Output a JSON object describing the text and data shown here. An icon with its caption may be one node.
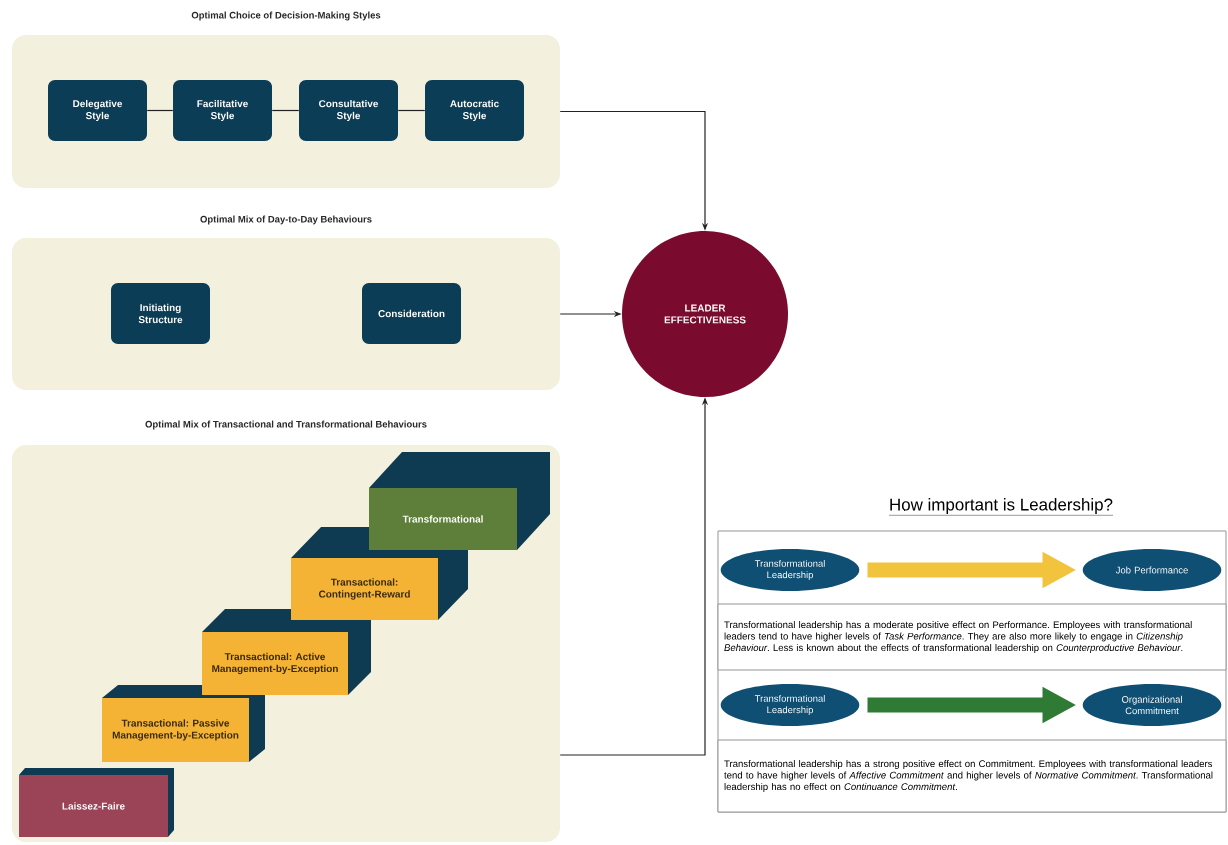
{
  "diagram": {
    "nodes": [
      {
        "text": [
          "Optimal Choice of Decision-Making Styles"
        ]
      },
      {
        "text": [
          "Delegative Style"
        ],
        "in": 0
      },
      {
        "text": [
          "Facilitative Style"
        ],
        "in": 0
      },
      {
        "text": [
          "Consultative Style"
        ],
        "in": 0
      },
      {
        "text": [
          "Autocratic Style"
        ],
        "in": 0
      },
      {
        "text": [
          "Optimal Mix of Day-to-Day Behaviours"
        ]
      },
      {
        "text": [
          "Initiating Structure"
        ],
        "in": 5
      },
      {
        "text": [
          "Consideration"
        ],
        "in": 5
      },
      {
        "text": [
          "Optimal Mix of Transactional and Transformational Behaviours"
        ]
      },
      {
        "text": [
          "Transformational"
        ],
        "in": 8
      },
      {
        "text": [
          "Transactional: Contingent-Reward"
        ],
        "in": 8
      },
      {
        "text": [
          "Transactional: Active Management-by-Exception"
        ],
        "in": 8
      },
      {
        "text": [
          "Transactional: Passive Management-by-Exception"
        ],
        "in": 8
      },
      {
        "text": [
          "Laissez-Faire"
        ],
        "in": 8
      },
      {
        "text": [
          "LEADER EFFECTIVENESS"
        ]
      },
      {
        "text": [
          "How important is Leadership?"
        ]
      },
      {
        "text": [
          "Transformational Leadership"
        ],
        "in": 15
      },
      {
        "text": [
          "Job Performance"
        ],
        "in": 15
      },
      {
        "text": [
          "Transformational leadership has a moderate positive effect on Performance. Employees with transformational leaders tend to have higher levels of *Task Performance*. They are also more likely to engage in *Citizenship Behaviour*. Less is known about the effects of transformational leadership on *Counterproductive Behaviour*."
        ],
        "in": 15
      },
      {
        "text": [
          "Transformational Leadership"
        ],
        "in": 15
      },
      {
        "text": [
          "Organizational Commitment"
        ],
        "in": 15
      },
      {
        "text": [
          "Transformational leadership has a strong positive effect on Commitment. Employees with transformational leaders tend to have higher levels of *Affective Commitment* and higher levels of *Normative Commitment*. Transformational leadership has no effect on *Continuance Commitment*."
        ],
        "in": 15
      }
    ],
    "edges": [
      {
        "from": 1,
        "to": 2,
        "arrow": "none"
      },
      {
        "from": 2,
        "to": 3,
        "arrow": "none"
      },
      {
        "from": 3,
        "to": 4,
        "arrow": "none"
      },
      {
        "from": 0,
        "to": 14,
        "arrow": "to"
      },
      {
        "from": 5,
        "to": 14,
        "arrow": "to"
      },
      {
        "from": 8,
        "to": 14,
        "arrow": "to"
      },
      {
        "from": 16,
        "to": 17,
        "arrow": "to",
        "style": "thick",
        "color": "#f2c33c"
      },
      {
        "from": 19,
        "to": 20,
        "arrow": "to",
        "style": "thick",
        "color": "#2f7a34"
      }
    ]
  }
}
